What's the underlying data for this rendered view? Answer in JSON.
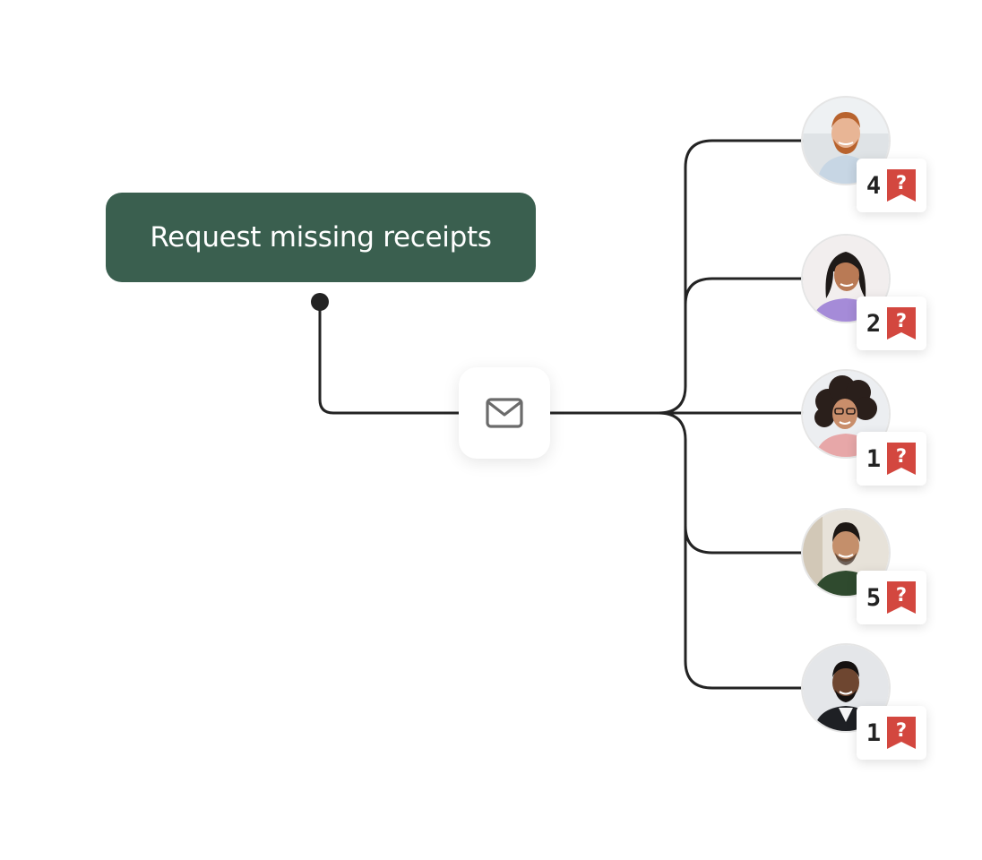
{
  "request_button": {
    "label": "Request missing receipts",
    "icon": "mail-icon"
  },
  "colors": {
    "button_bg": "#3a5f4f",
    "connector": "#232323",
    "receipt_badge": "#d3473f"
  },
  "recipients": [
    {
      "name": "recipient-1",
      "missing_receipts": "4",
      "badge_icon": "receipt-question-icon"
    },
    {
      "name": "recipient-2",
      "missing_receipts": "2",
      "badge_icon": "receipt-question-icon"
    },
    {
      "name": "recipient-3",
      "missing_receipts": "1",
      "badge_icon": "receipt-question-icon"
    },
    {
      "name": "recipient-4",
      "missing_receipts": "5",
      "badge_icon": "receipt-question-icon"
    },
    {
      "name": "recipient-5",
      "missing_receipts": "1",
      "badge_icon": "receipt-question-icon"
    }
  ]
}
